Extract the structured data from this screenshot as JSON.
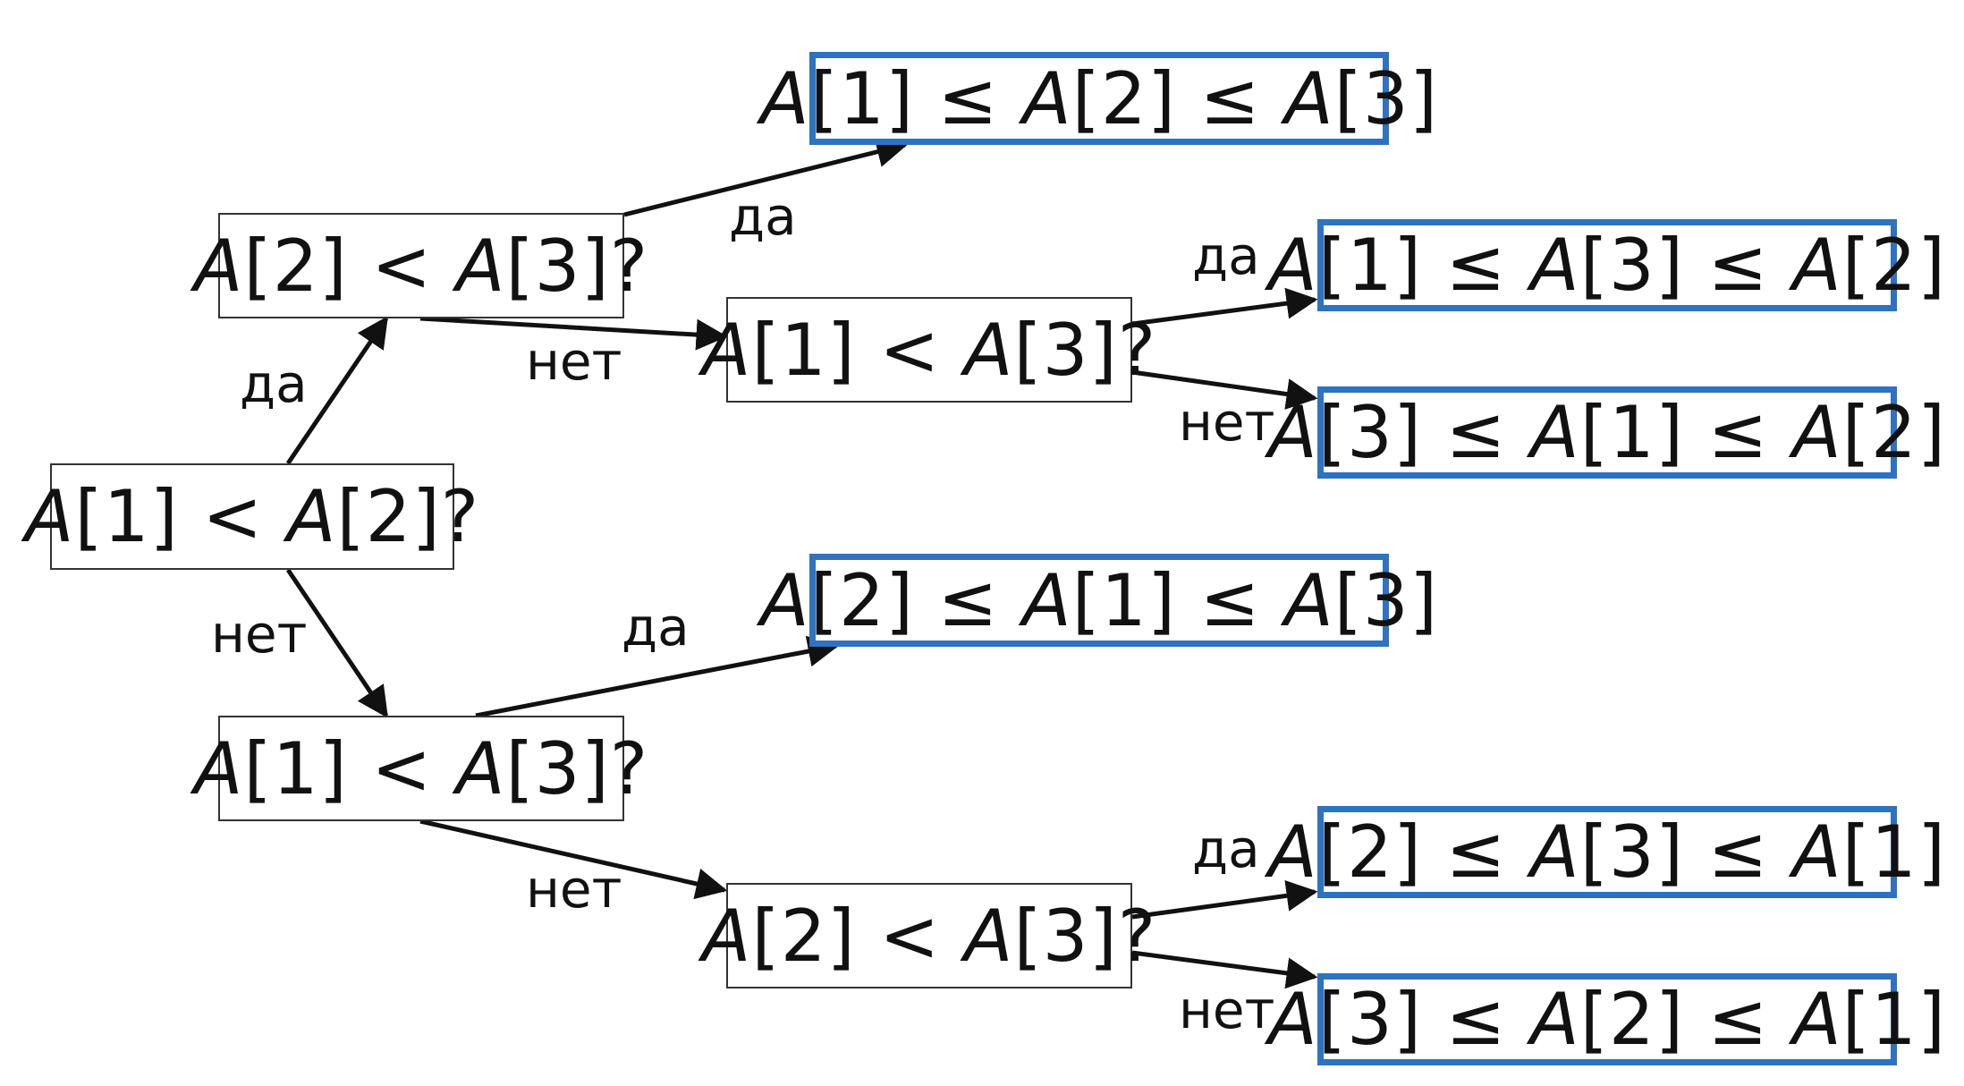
{
  "nodes": {
    "root": "A[1] < A[2]?",
    "q_a2_lt_a3_top": "A[2] < A[3]?",
    "q_a1_lt_a3_top": "A[1] < A[3]?",
    "q_a1_lt_a3_bottom": "A[1] < A[3]?",
    "q_a2_lt_a3_bottom": "A[2] < A[3]?"
  },
  "leaves": {
    "leaf_123": "A[1] ≤ A[2] ≤ A[3]",
    "leaf_132": "A[1] ≤ A[3] ≤ A[2]",
    "leaf_312": "A[3] ≤ A[1] ≤ A[2]",
    "leaf_213": "A[2] ≤ A[1] ≤ A[3]",
    "leaf_231": "A[2] ≤ A[3] ≤ A[1]",
    "leaf_321": "A[3] ≤ A[2] ≤ A[1]"
  },
  "labels": {
    "yes": "да",
    "no": "нет"
  },
  "colors": {
    "leaf_border": "#2e72c0",
    "decision_border": "#333333",
    "arrow": "#111111"
  }
}
